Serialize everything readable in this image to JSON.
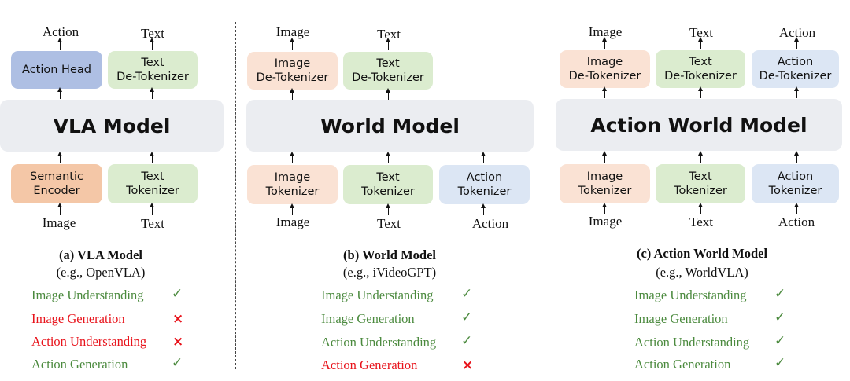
{
  "panels": [
    {
      "model": "VLA Model",
      "outputs": [
        "Action",
        "Text"
      ],
      "top_boxes": [
        "Action Head",
        "Text\nDe-Tokenizer"
      ],
      "bottom_boxes": [
        "Semantic\nEncoder",
        "Text\nTokenizer"
      ],
      "inputs": [
        "Image",
        "Text"
      ],
      "caption": "(a) VLA Model",
      "example": "(e.g., OpenVLA)",
      "capabilities": [
        {
          "label": "Image Understanding",
          "status": "✓"
        },
        {
          "label": "Image Generation",
          "status": "×"
        },
        {
          "label": "Action Understanding",
          "status": "×"
        },
        {
          "label": "Action Generation",
          "status": "✓"
        }
      ]
    },
    {
      "model": "World Model",
      "outputs": [
        "Image",
        "Text"
      ],
      "top_boxes": [
        "Image\nDe-Tokenizer",
        "Text\nDe-Tokenizer"
      ],
      "bottom_boxes": [
        "Image\nTokenizer",
        "Text\nTokenizer",
        "Action\nTokenizer"
      ],
      "inputs": [
        "Image",
        "Text",
        "Action"
      ],
      "caption": "(b) World Model",
      "example": "(e.g., iVideoGPT)",
      "capabilities": [
        {
          "label": "Image Understanding",
          "status": "✓"
        },
        {
          "label": "Image Generation",
          "status": "✓"
        },
        {
          "label": "Action Understanding",
          "status": "✓"
        },
        {
          "label": "Action Generation",
          "status": "×"
        }
      ]
    },
    {
      "model": "Action World Model",
      "outputs": [
        "Image",
        "Text",
        "Action"
      ],
      "top_boxes": [
        "Image\nDe-Tokenizer",
        "Text\nDe-Tokenizer",
        "Action\nDe-Tokenizer"
      ],
      "bottom_boxes": [
        "Image\nTokenizer",
        "Text\nTokenizer",
        "Action\nTokenizer"
      ],
      "inputs": [
        "Image",
        "Text",
        "Action"
      ],
      "caption": "(c) Action World Model",
      "example": "(e.g., WorldVLA)",
      "capabilities": [
        {
          "label": "Image Understanding",
          "status": "✓"
        },
        {
          "label": "Image Generation",
          "status": "✓"
        },
        {
          "label": "Action Understanding",
          "status": "✓"
        },
        {
          "label": "Action Generation",
          "status": "✓"
        }
      ]
    }
  ],
  "colors": {
    "model_block": "#ebedf1",
    "action_head": "#aebfe3",
    "text_block": "#dbeccf",
    "semantic_encoder": "#f4c7a7",
    "image_block": "#fae2d4",
    "action_block": "#dce6f4",
    "supported": "#4b8a3e",
    "unsupported": "#e8141c"
  }
}
